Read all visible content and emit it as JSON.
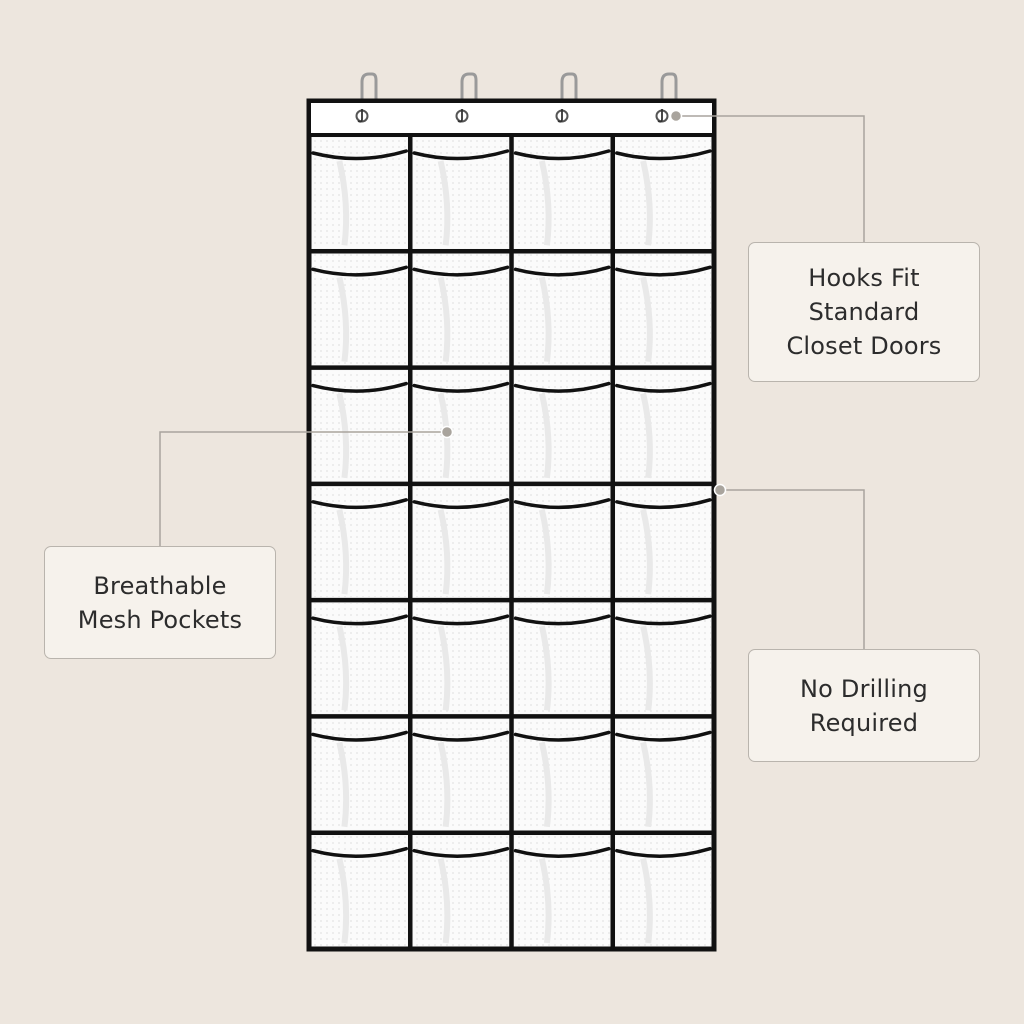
{
  "product": {
    "columns": 4,
    "rows": 7,
    "hook_count": 4
  },
  "callouts": {
    "hooks": {
      "lines": [
        "Hooks Fit",
        "Standard",
        "Closet Doors"
      ]
    },
    "mesh": {
      "lines": [
        "Breathable",
        "Mesh Pockets"
      ]
    },
    "drilling": {
      "lines": [
        "No Drilling",
        "Required"
      ]
    }
  },
  "colors": {
    "background": "#ede6de",
    "trim": "#111111",
    "pocket": "#fafafa",
    "leader_line": "#a9a49d",
    "callout_fill": "#f6f2ec",
    "callout_text": "#2c2c2c"
  }
}
